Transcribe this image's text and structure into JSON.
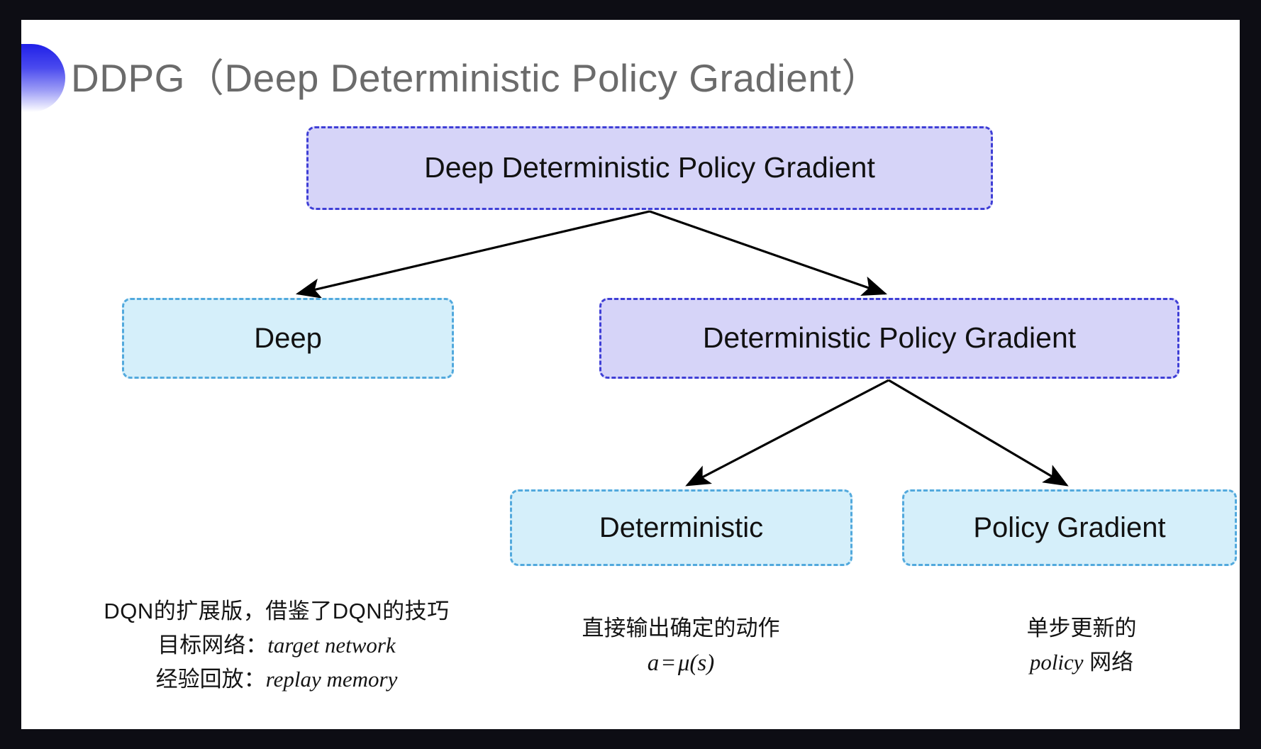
{
  "slide": {
    "title": "DDPG（Deep Deterministic Policy Gradient）",
    "bullet_icon": "half-circle-bullet-icon",
    "background_color": "#ffffff",
    "frame_color": "#0d0d14"
  },
  "colors": {
    "purple_fill": "#d6d4f8",
    "purple_border": "#3f3fd6",
    "cyan_fill": "#d5effa",
    "cyan_border": "#52a9dd",
    "title_text": "#6b6b6b",
    "body_text": "#111111",
    "arrow": "#000000"
  },
  "diagram": {
    "type": "tree",
    "nodes": [
      {
        "id": "root",
        "label": "Deep Deterministic Policy Gradient",
        "style": "purple",
        "level": 0
      },
      {
        "id": "deep",
        "label": "Deep",
        "style": "cyan",
        "level": 1
      },
      {
        "id": "dpg",
        "label": "Deterministic Policy Gradient",
        "style": "purple",
        "level": 1
      },
      {
        "id": "deterministic",
        "label": "Deterministic",
        "style": "cyan",
        "level": 2
      },
      {
        "id": "policy_gradient",
        "label": "Policy Gradient",
        "style": "cyan",
        "level": 2
      }
    ],
    "edges": [
      {
        "from": "root",
        "to": "deep"
      },
      {
        "from": "root",
        "to": "dpg"
      },
      {
        "from": "dpg",
        "to": "deterministic"
      },
      {
        "from": "dpg",
        "to": "policy_gradient"
      }
    ]
  },
  "captions": {
    "deep": {
      "line1": "DQN的扩展版，借鉴了DQN的技巧",
      "line2_label": "目标网络：",
      "line2_term": "target network",
      "line3_label": "经验回放：",
      "line3_term": "replay memory"
    },
    "deterministic": {
      "line1": "直接输出确定的动作",
      "formula_lhs": "a",
      "formula_op": "=",
      "formula_rhs": "μ(s)"
    },
    "policy_gradient": {
      "line1": "单步更新的",
      "line2_term": "policy",
      "line2_suffix": " 网络"
    }
  }
}
